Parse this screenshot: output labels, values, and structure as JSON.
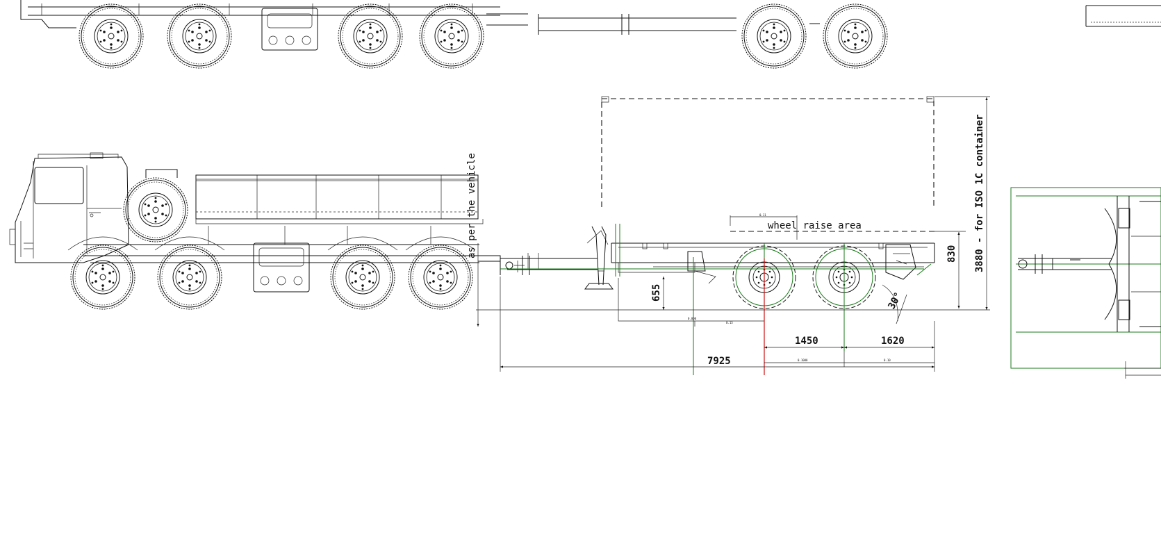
{
  "diagram": {
    "labels": {
      "container_height": "3880 - for ISO 1C container",
      "vehicle_note": "as per the vehicle",
      "wheel_raise": "wheel raise area",
      "angle": "30°"
    },
    "dimensions": {
      "overall_length": "7925",
      "axle_spacing": "1450",
      "rear_overhang": "1620",
      "frame_height": "830",
      "coupling_height": "655"
    }
  }
}
